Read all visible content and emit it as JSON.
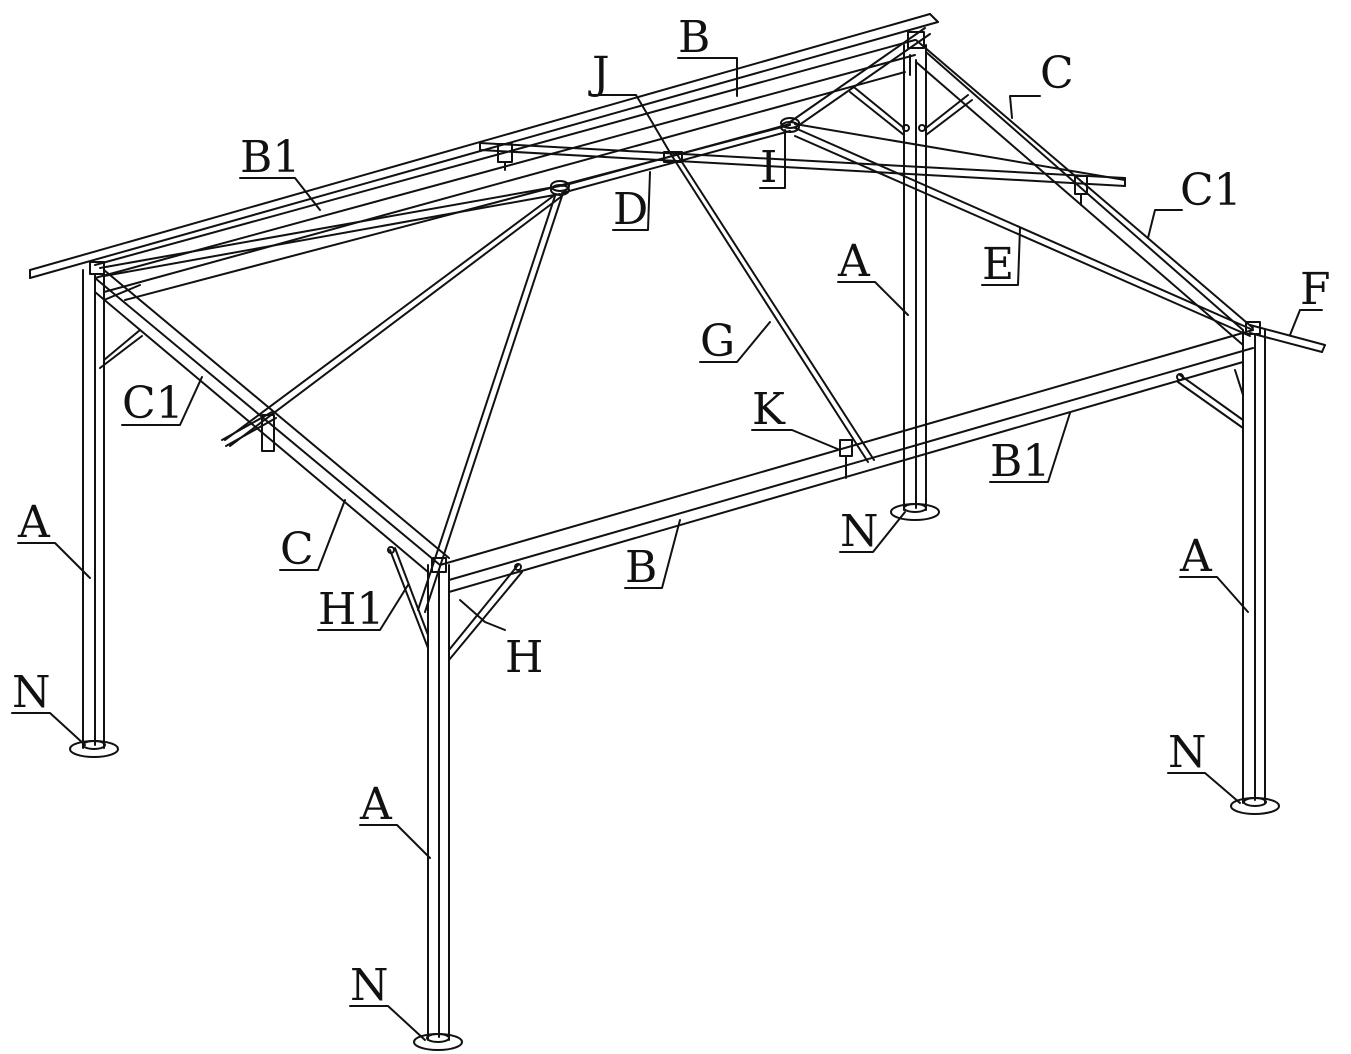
{
  "figure": {
    "background": "#ffffff",
    "line_color": "#111111"
  },
  "labels": {
    "B_top": "B",
    "J": "J",
    "C_back": "C",
    "B1_left": "B1",
    "I": "I",
    "C1_right": "C1",
    "D": "D",
    "E": "E",
    "A_center": "A",
    "F": "F",
    "G": "G",
    "C1_left": "C1",
    "K": "K",
    "B1_front": "B1",
    "A_left": "A",
    "N_center": "N",
    "C_front": "C",
    "B_front": "B",
    "A_right": "A",
    "H1": "H1",
    "H": "H",
    "N_left": "N",
    "N_right": "N",
    "A_front": "A",
    "N_front": "N"
  }
}
